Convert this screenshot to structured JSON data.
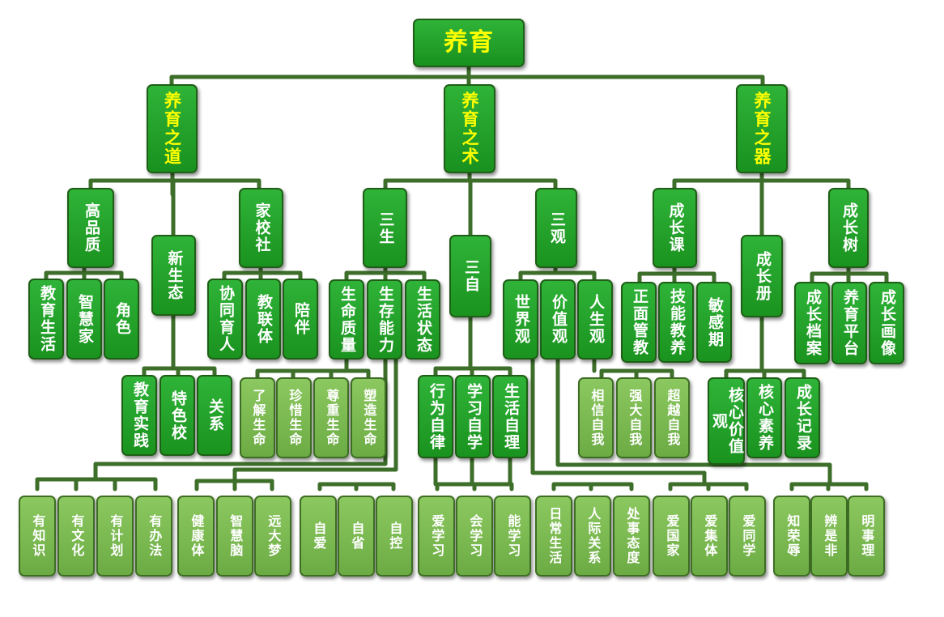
{
  "root": "养育",
  "l1": {
    "dao": "养育之道",
    "shu": "养育之术",
    "qi": "养育之器"
  },
  "dao": {
    "gaopinzhi": "高品质",
    "xinshengtai": "新生态",
    "jiaxiaoshe": "家校社",
    "gaopinzhi_children": [
      "教育生活",
      "智慧家",
      "角色"
    ],
    "xinshengtai_children": [
      "教育实践",
      "特色校",
      "关系"
    ],
    "jiaxiaoshe_children": [
      "协同育人",
      "教联体",
      "陪伴"
    ]
  },
  "shu": {
    "sansheng": "三生",
    "sanzi": "三自",
    "sanguan": "三观",
    "sansheng_children": [
      "生命质量",
      "生存能力",
      "生活状态"
    ],
    "shengming_children": [
      "了解生命",
      "珍惜生命",
      "尊重生命",
      "塑造生命"
    ],
    "sanzi_children": [
      "行为自律",
      "学习自学",
      "生活自理"
    ],
    "sanguan_children": [
      "世界观",
      "价值观",
      "人生观"
    ],
    "rensheng_children": [
      "相信自我",
      "强大自我",
      "超越自我"
    ]
  },
  "qi": {
    "chengzhangke": "成长课",
    "chengzhangce": "成长册",
    "chengzhangshu": "成长树",
    "ke_children": [
      "正面管教",
      "技能教养",
      "敏感期"
    ],
    "ce_children": [
      "核心价值观",
      "核心素养",
      "成长记录"
    ],
    "shu_children": [
      "成长档案",
      "养育平台",
      "成长画像"
    ]
  },
  "bottom": {
    "shengcun": [
      "有知识",
      "有文化",
      "有计划",
      "有办法"
    ],
    "shenghuo": [
      "健康体",
      "智慧脑",
      "远大梦"
    ],
    "xingwei": [
      "自爱",
      "自省",
      "自控"
    ],
    "xuexi": [
      "爱学习",
      "会学习",
      "能学习"
    ],
    "zili": [
      "日常生活",
      "人际关系",
      "处事态度"
    ],
    "shijie": [
      "爱国家",
      "爱集体",
      "爱同学"
    ],
    "jiazhi": [
      "知荣辱",
      "辨是非",
      "明事理"
    ]
  }
}
